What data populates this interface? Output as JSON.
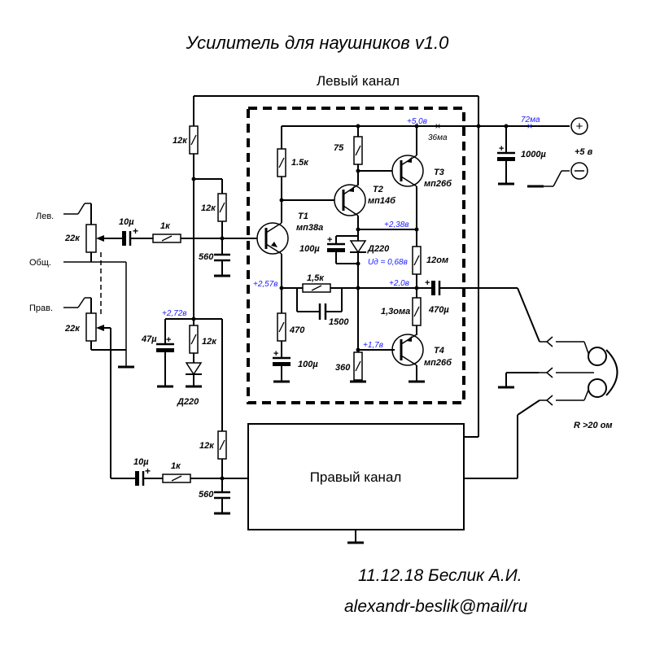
{
  "title": "Усилитель для наушников  v1.0",
  "left_channel_label": "Левый канал",
  "right_channel_label": "Правый канал",
  "signature": {
    "date_author": "11.12.18   Беслик А.И.",
    "email": "alexandr-beslik@mail/ru"
  },
  "inputs": {
    "left": "Лев.",
    "common": "Общ.",
    "right": "Прав."
  },
  "power": {
    "plus": "⊕",
    "minus": "⊖",
    "voltage": "+5 в",
    "cap": "1000µ",
    "current_total": "72ма"
  },
  "headphones": {
    "impedance": "R >20 ом"
  },
  "components": {
    "pot_left": "22к",
    "pot_right": "22к",
    "cin_left": "10µ",
    "rin_left": "1к",
    "cin_right": "10µ",
    "rin_right": "1к",
    "r_bias_top": "12к",
    "r_bias_mid": "12к",
    "c_560_left": "560",
    "c_47": "47µ",
    "r_12k_low": "12к",
    "d_ref": "Д220",
    "r_12k_right": "12к",
    "c_560_right": "560",
    "r_1_5k_a": "1.5к",
    "r_75": "75",
    "t1": "T1",
    "t1_type": "мп38а",
    "t2": "T2",
    "t2_type": "мп14б",
    "t3": "T3",
    "t3_type": "мп26б",
    "t4": "T4",
    "t4_type": "мп26б",
    "c_100_a": "100µ",
    "d_220": "Д220",
    "ud": "Uд = 0,68в",
    "r_12om": "12ом",
    "r_1_5k_b": "1,5к",
    "c_1500": "1500",
    "r_470": "470",
    "c_100_b": "100µ",
    "r_360": "360",
    "c_out": "470µ",
    "i_quiescent": "1,3ома",
    "i_top": "36ма"
  },
  "voltages": {
    "v_5": "+5,0в",
    "v_238": "+2,38в",
    "v_257": "+2,57в",
    "v_20": "+2,0в",
    "v_17": "+1,7в",
    "v_272": "+2,72в"
  }
}
